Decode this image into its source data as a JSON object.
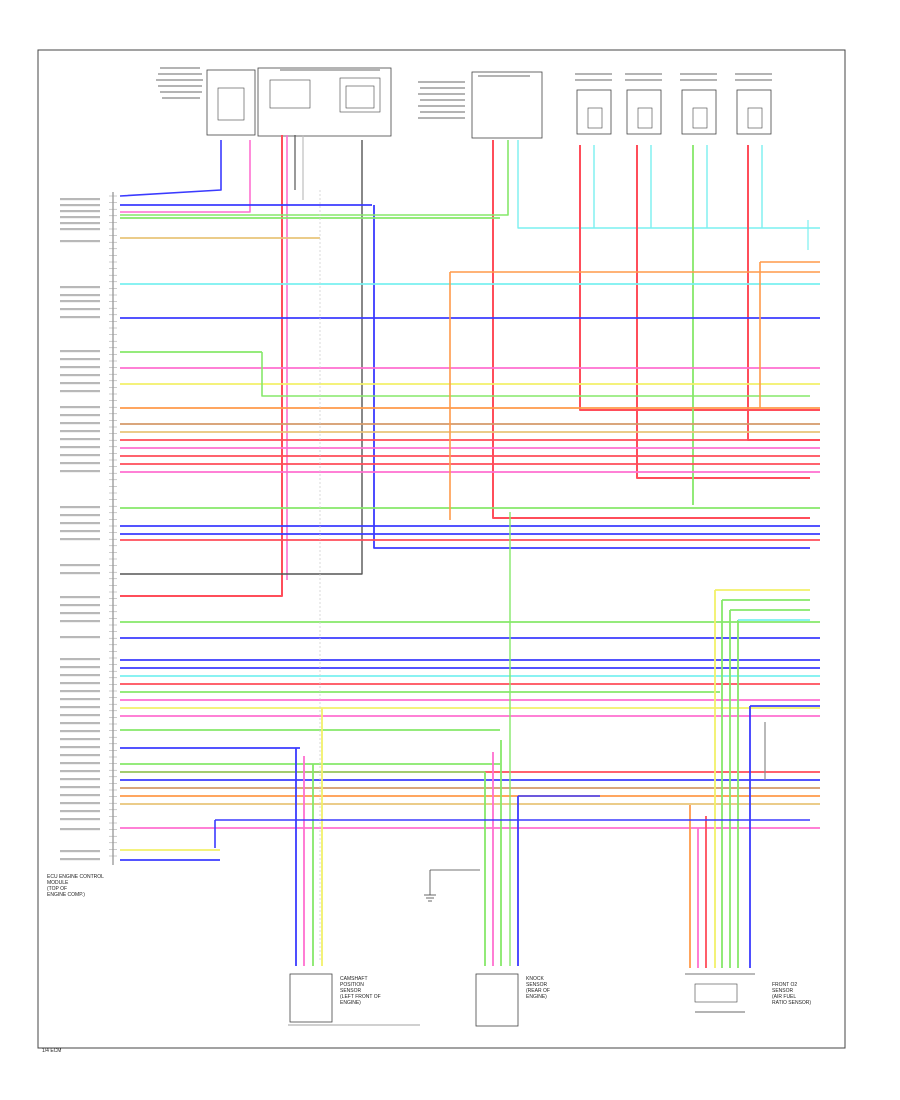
{
  "footer": {
    "figure_code": "1/4 ECM"
  },
  "components": {
    "ecm": {
      "label_lines": [
        "ECU ENGINE CONTROL",
        "MODULE",
        "(TOP OF",
        "ENGINE COMP.)"
      ]
    },
    "sensor_left": {
      "label_lines": [
        "CAMSHAFT",
        "POSITION",
        "SENSOR",
        "(LEFT FRONT OF",
        "ENGINE)"
      ]
    },
    "sensor_mid": {
      "label_lines": [
        "KNOCK",
        "SENSOR",
        "(REAR OF",
        "ENGINE)"
      ]
    },
    "sensor_right": {
      "label_lines": [
        "FRONT O2",
        "SENSOR",
        "(AIR FUEL",
        "RATIO SENSOR)"
      ]
    }
  }
}
